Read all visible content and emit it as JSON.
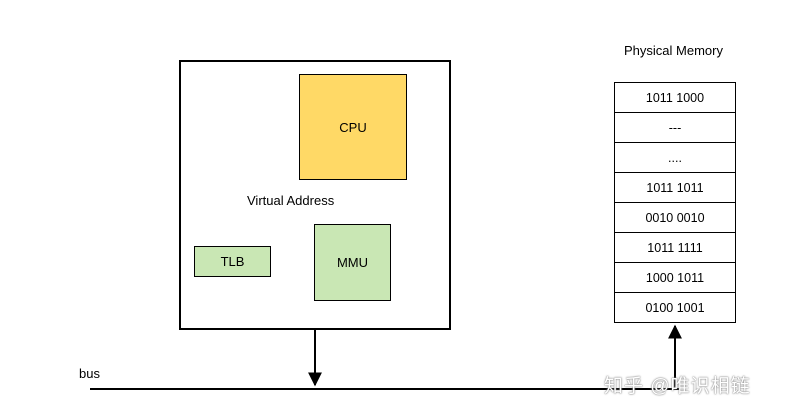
{
  "diagram": {
    "cpu_label": "CPU",
    "mmu_label": "MMU",
    "tlb_label": "TLB",
    "virtual_address_label": "Virtual Address",
    "bus_label": "bus",
    "physical_memory": {
      "title": "Physical Memory",
      "rows": [
        "1011 1000",
        "---",
        "....",
        "1011 1011",
        "0010 0010",
        "1011 1111",
        "1000 1011",
        "0100 1001"
      ]
    },
    "colors": {
      "cpu_fill": "#ffd966",
      "mmu_fill": "#c9e7b4",
      "tlb_fill": "#c9e7b4",
      "stroke": "#000000"
    },
    "watermark": "知乎 @唯识相链"
  }
}
